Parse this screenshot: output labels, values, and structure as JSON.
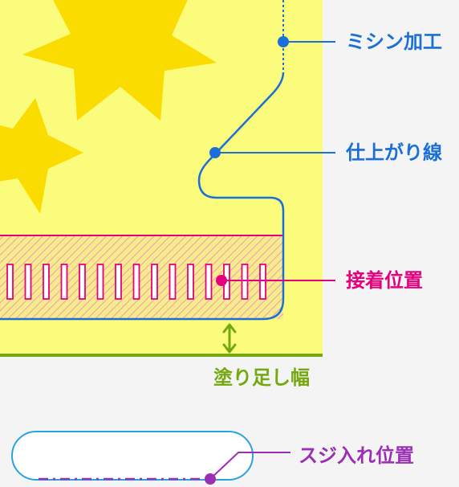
{
  "labels": {
    "perforation": "ミシン加工",
    "trim_line": "仕上がり線",
    "glue_position": "接着位置",
    "bleed_width": "塗り足し幅",
    "score_position": "スジ入れ位置"
  },
  "colors": {
    "background": "#f4f4f4",
    "paper": "#fbfb7c",
    "star": "#fadc00",
    "trim_line": "#1a6fd8",
    "glue": "#e6007e",
    "glue_fill": "#f7ec8c",
    "hatch": "#f39ab5",
    "bleed": "#74a80e",
    "score_frame": "#29a3de",
    "score": "#9b2fb4"
  }
}
